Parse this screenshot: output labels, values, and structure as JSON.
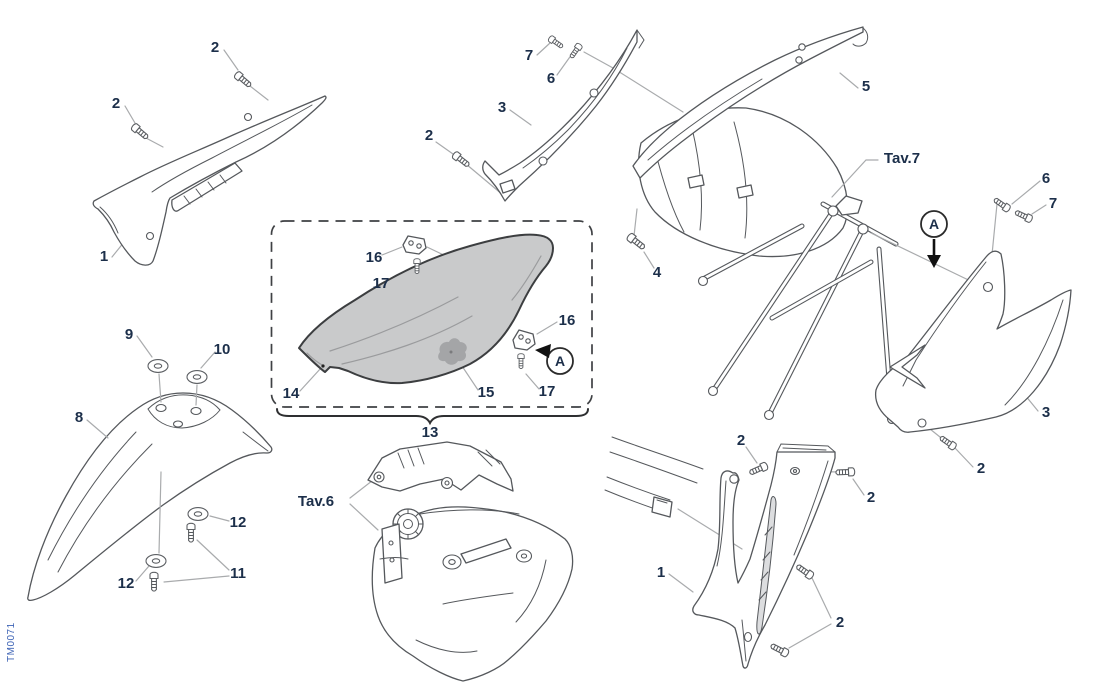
{
  "document": {
    "drawing_code": "TM0071",
    "detail_marker": "A"
  },
  "styles": {
    "background": "#ffffff",
    "label_color": "#1c2f4a",
    "code_color": "#3d63b5",
    "part_line": "#55585c",
    "leader_line": "#a9abad",
    "seat_fill": "#c9cacb",
    "seat_patch": "#a4a5a7",
    "detail_fill": "#dcdddf"
  },
  "references": {
    "tank_table": "Tav.6",
    "frame_table": "Tav.7"
  },
  "callouts": {
    "shroud_left": {
      "panel": "1",
      "screw_upper": "2",
      "screw_lower": "2"
    },
    "side_panel_left": {
      "panel": "3",
      "screw": "2",
      "washer": "6",
      "bolt": "7"
    },
    "rear_fender": {
      "fender": "5",
      "screw": "4"
    },
    "side_panel_right": {
      "panel": "3",
      "screw": "2",
      "washer": "6",
      "bolt": "7"
    },
    "seat_assembly": {
      "assembly": "13",
      "seat": "14",
      "pad": "15",
      "bracket_front": "16",
      "bracket_rear": "16",
      "screw_front": "17",
      "screw_rear": "17"
    },
    "front_fender": {
      "fender": "8",
      "washer_front": "9",
      "washer_rear": "10",
      "bolt": "11",
      "washer_lower_front": "12",
      "washer_lower_rear": "12"
    },
    "shroud_right": {
      "panel": "1",
      "screw_upper_left": "2",
      "screw_upper_right": "2",
      "screws_lower": "2"
    }
  }
}
